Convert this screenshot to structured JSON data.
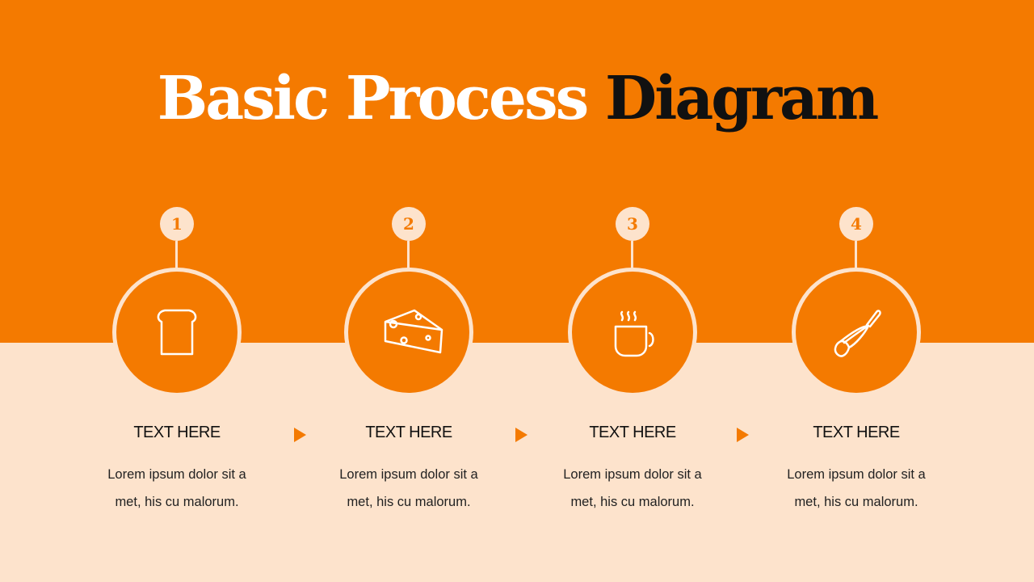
{
  "title": {
    "part1": "Basic Process",
    "part2": "Diagram"
  },
  "colors": {
    "accent": "#f47a00",
    "light": "#fde3cc",
    "dark": "#111111"
  },
  "steps": [
    {
      "number": "1",
      "icon": "bread-icon",
      "heading": "TEXT HERE",
      "line1": "Lorem ipsum dolor sit a",
      "line2": "met, his cu malorum."
    },
    {
      "number": "2",
      "icon": "cheese-icon",
      "heading": "TEXT HERE",
      "line1": "Lorem ipsum dolor sit a",
      "line2": "met, his cu malorum."
    },
    {
      "number": "3",
      "icon": "coffee-cup-icon",
      "heading": "TEXT HERE",
      "line1": "Lorem ipsum dolor sit a",
      "line2": "met, his cu malorum."
    },
    {
      "number": "4",
      "icon": "whisk-icon",
      "heading": "TEXT HERE",
      "line1": "Lorem ipsum dolor sit a",
      "line2": "met, his cu malorum."
    }
  ],
  "arrows": [
    "arrow-right-icon",
    "arrow-right-icon",
    "arrow-right-icon"
  ]
}
